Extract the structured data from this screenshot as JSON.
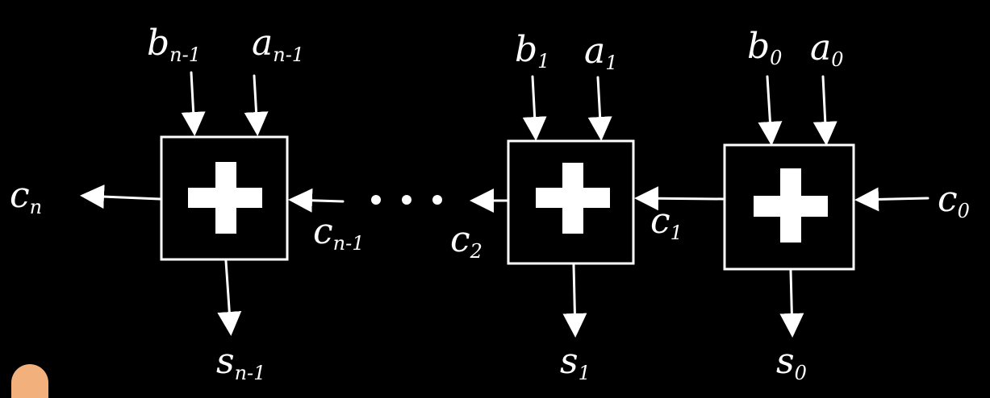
{
  "colors": {
    "background": "#000000",
    "ink": "#ffffff",
    "thumb": "#f2b07d"
  },
  "adders": [
    {
      "id": "adder-n-1",
      "symbol": "+",
      "inputs": [
        {
          "base": "b",
          "sub": "n-1"
        },
        {
          "base": "a",
          "sub": "n-1"
        }
      ],
      "sum": {
        "base": "s",
        "sub": "n-1"
      },
      "carry_in": {
        "base": "c",
        "sub": "n-1"
      }
    },
    {
      "id": "adder-1",
      "symbol": "+",
      "inputs": [
        {
          "base": "b",
          "sub": "1"
        },
        {
          "base": "a",
          "sub": "1"
        }
      ],
      "sum": {
        "base": "s",
        "sub": "1"
      },
      "carry_in": {
        "base": "c",
        "sub": "1"
      }
    },
    {
      "id": "adder-0",
      "symbol": "+",
      "inputs": [
        {
          "base": "b",
          "sub": "0"
        },
        {
          "base": "a",
          "sub": "0"
        }
      ],
      "sum": {
        "base": "s",
        "sub": "0"
      },
      "carry_in": {
        "base": "c",
        "sub": "0"
      }
    }
  ],
  "carry_labels": {
    "cn": {
      "base": "c",
      "sub": "n"
    },
    "c2": {
      "base": "c",
      "sub": "2"
    }
  },
  "ellipsis": "• • •"
}
